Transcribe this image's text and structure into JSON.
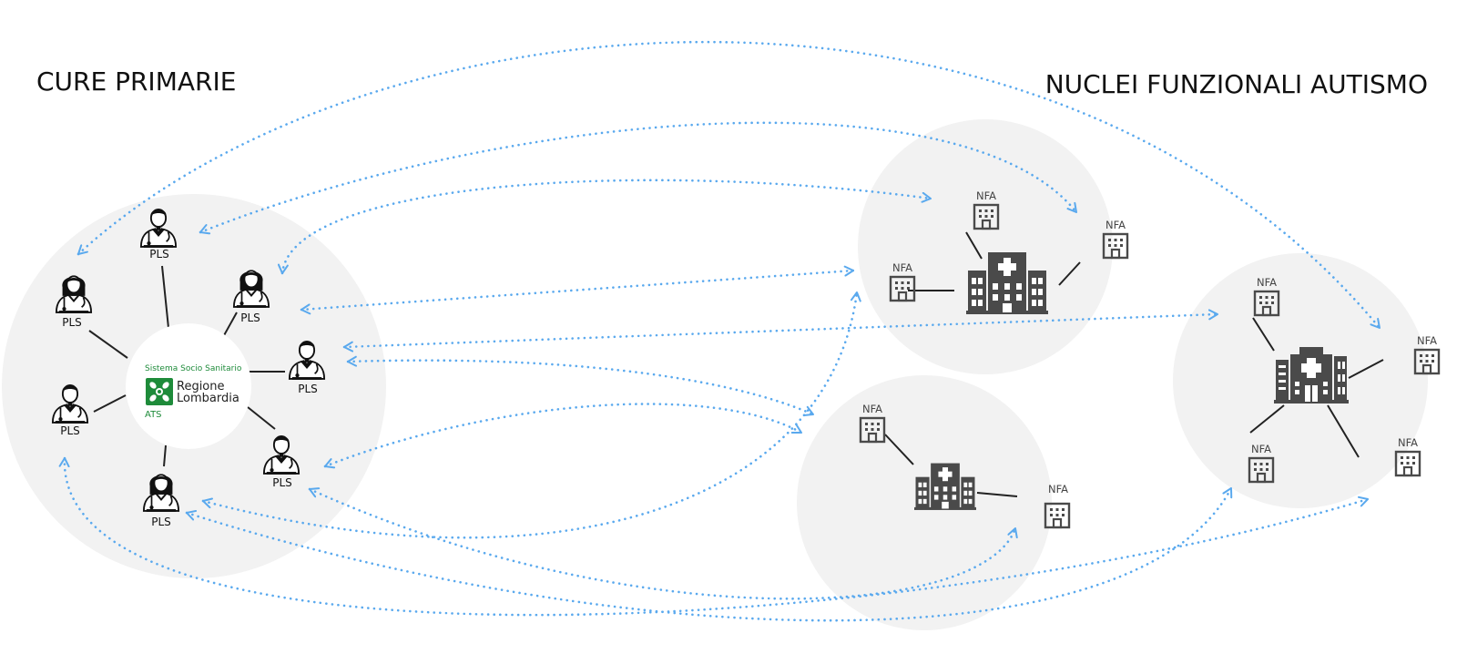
{
  "titles": {
    "left": "CURE PRIMARIE",
    "right": "NUCLEI FUNZIONALI AUTISMO"
  },
  "hub": {
    "line1": "Sistema Socio Sanitario",
    "line2": "Regione",
    "line3": "Lombardia",
    "line4": "ATS",
    "logo_color": "#1e8b3a"
  },
  "pls_label": "PLS",
  "nfa_label": "NFA",
  "colors": {
    "circle": "#f2f2f2",
    "arrow": "#5aa9ee",
    "icon": "#4a4a4a",
    "person": "#111111"
  },
  "icons": {
    "pediatrician": "doctor-icon",
    "unit": "building-icon",
    "hospital": "hospital-icon"
  }
}
